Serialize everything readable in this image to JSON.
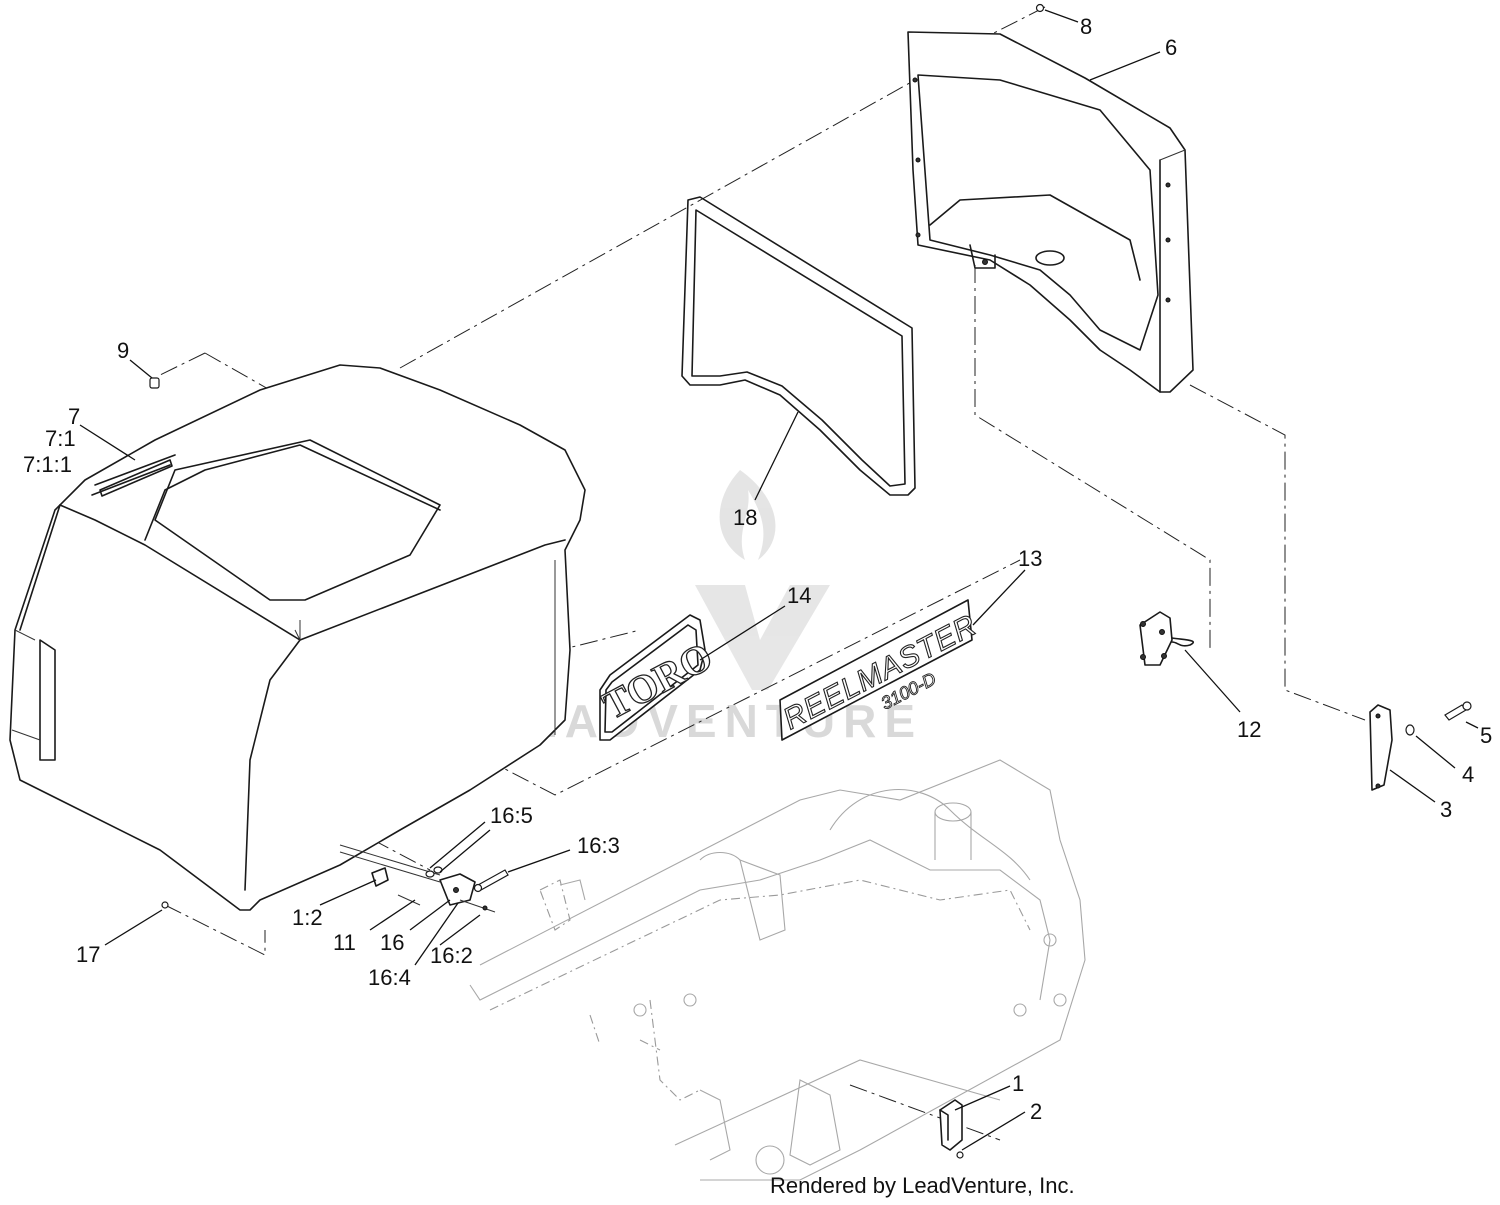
{
  "diagram": {
    "callouts": [
      {
        "id": "c8",
        "label": "8"
      },
      {
        "id": "c6",
        "label": "6"
      },
      {
        "id": "c9",
        "label": "9"
      },
      {
        "id": "c7",
        "label": "7"
      },
      {
        "id": "c7-1",
        "label": "7:1"
      },
      {
        "id": "c7-1-1",
        "label": "7:1:1"
      },
      {
        "id": "c18",
        "label": "18"
      },
      {
        "id": "c13",
        "label": "13"
      },
      {
        "id": "c14",
        "label": "14"
      },
      {
        "id": "c12",
        "label": "12"
      },
      {
        "id": "c5",
        "label": "5"
      },
      {
        "id": "c4",
        "label": "4"
      },
      {
        "id": "c3",
        "label": "3"
      },
      {
        "id": "c16-5",
        "label": "16:5"
      },
      {
        "id": "c16-3",
        "label": "16:3"
      },
      {
        "id": "c1-2",
        "label": "1:2"
      },
      {
        "id": "c11",
        "label": "11"
      },
      {
        "id": "c16",
        "label": "16"
      },
      {
        "id": "c16-2",
        "label": "16:2"
      },
      {
        "id": "c16-4",
        "label": "16:4"
      },
      {
        "id": "c17",
        "label": "17"
      },
      {
        "id": "c1",
        "label": "1"
      },
      {
        "id": "c2",
        "label": "2"
      }
    ],
    "decal_reelmaster": "REELMASTER",
    "decal_reelmaster_model": "3100-D",
    "decal_logo": "TORO",
    "watermark": "LEADVENTURE",
    "footer": "Rendered by LeadVenture, Inc."
  }
}
